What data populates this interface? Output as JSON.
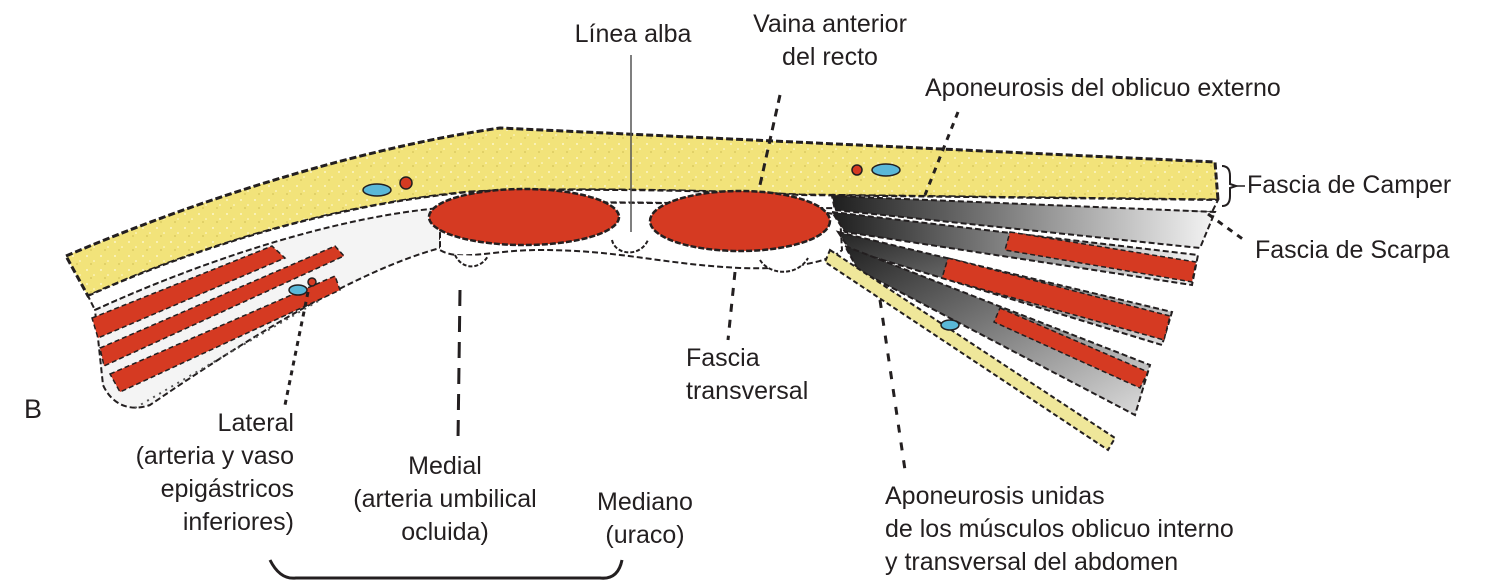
{
  "panel_letter": "B",
  "labels": {
    "linea_alba": "Línea alba",
    "vaina_anterior": [
      "Vaina anterior",
      "del recto"
    ],
    "aponeurosis_oblicuo_externo": "Aponeurosis del oblicuo externo",
    "fascia_camper": "Fascia de Camper",
    "fascia_scarpa": "Fascia de Scarpa",
    "fascia_transversal": [
      "Fascia",
      "transversal"
    ],
    "lateral": [
      "Lateral",
      "(arteria y vaso",
      "epigástricos",
      "inferiores)"
    ],
    "medial": [
      "Medial",
      "(arteria umbilical",
      "ocluida)"
    ],
    "mediano": [
      "Mediano",
      "(uraco)"
    ],
    "aponeurosis_unidas": [
      "Aponeurosis unidas",
      "de los músculos oblicuo interno",
      "y transversal del abdomen"
    ]
  },
  "colors": {
    "fat_layer": "#f2e37a",
    "muscle": "#d53a22",
    "vessel_blue": "#5ab8d8",
    "vessel_red": "#d53a22",
    "ink": "#231f20"
  }
}
